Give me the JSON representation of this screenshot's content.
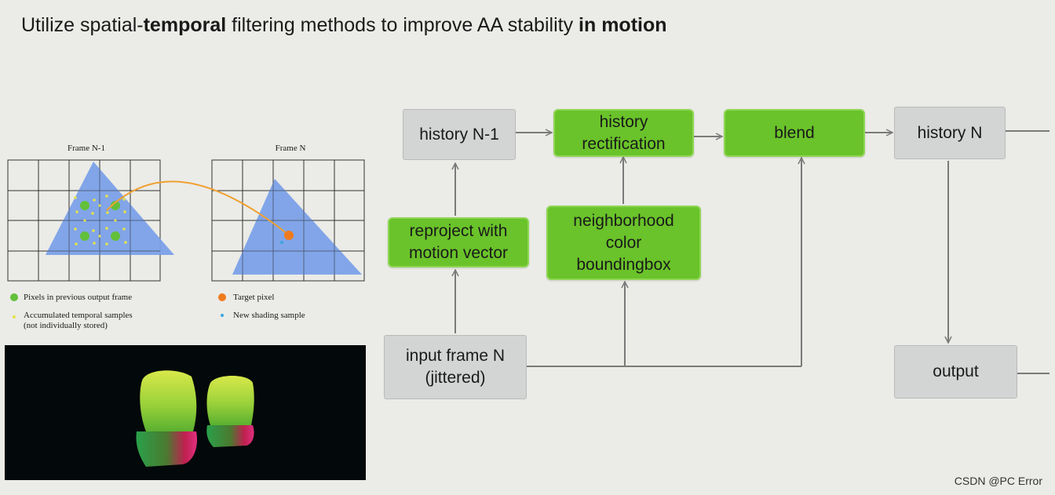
{
  "title": {
    "part1": "Utilize spatial-",
    "bold1": "temporal",
    "part2": " filtering methods to improve AA stability ",
    "bold2": "in motion"
  },
  "figure": {
    "frame_prev_label": "Frame N-1",
    "frame_curr_label": "Frame N",
    "legend": {
      "pixels_prev": "Pixels in previous output frame",
      "accumulated_1": "Accumulated temporal samples",
      "accumulated_2": "(not individually stored)",
      "target": "Target pixel",
      "new_sample": "New shading sample"
    },
    "colors": {
      "triangle": "#7ba1e8",
      "pixel_dot": "#62c03b",
      "sample_dot": "#e6e24a",
      "target_dot": "#f07a1e",
      "new_sample_dot": "#3aa6e0"
    }
  },
  "nodes": {
    "history_prev": "history N-1",
    "history_rect_1": "history",
    "history_rect_2": "rectification",
    "blend": "blend",
    "history_n": "history N",
    "reproject_1": "reproject with",
    "reproject_2": "motion vector",
    "neighborhood_1": "neighborhood",
    "neighborhood_2": "color",
    "neighborhood_3": "boundingbox",
    "input_1": "input frame N",
    "input_2": "(jittered)",
    "output": "output"
  },
  "colors": {
    "green_node": "#6ac32a",
    "gray_node": "#d3d4d4",
    "arrow": "#7a7a7a"
  },
  "watermark": "CSDN @PC Error"
}
